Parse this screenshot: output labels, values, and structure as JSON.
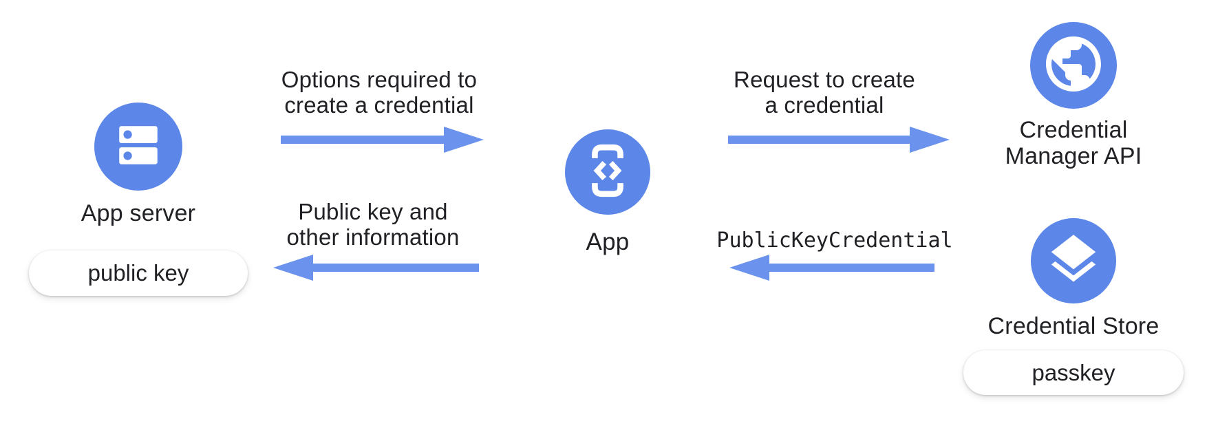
{
  "colors": {
    "icon_blue": "#5C87E8",
    "arrow_blue": "#6B92EC",
    "text": "#202124",
    "badge_bg": "#FFFFFF",
    "background": "#FFFFFF"
  },
  "icons": {
    "app_server": "server-icon",
    "app": "phone-code-icon",
    "credential_manager_api": "globe-icon",
    "credential_store": "layers-icon"
  },
  "nodes": {
    "app_server": {
      "label": "App server",
      "badge": "public key"
    },
    "app": {
      "label": "App"
    },
    "credential_manager_api": {
      "line1": "Credential",
      "line2": "Manager API"
    },
    "credential_store": {
      "label": "Credential Store",
      "badge": "passkey"
    }
  },
  "arrows": {
    "options": {
      "line1": "Options required to",
      "line2": "create a credential",
      "direction": "right"
    },
    "public_key_info": {
      "line1": "Public key and",
      "line2": "other information",
      "direction": "left"
    },
    "request_create": {
      "line1": "Request to create",
      "line2": "a credential",
      "direction": "right"
    },
    "public_key_credential": {
      "line1": "PublicKeyCredential",
      "direction": "left"
    }
  }
}
